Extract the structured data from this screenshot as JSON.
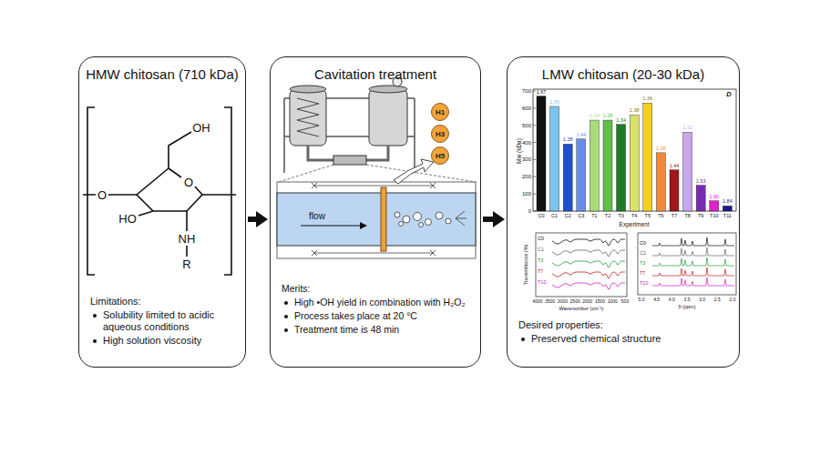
{
  "diagram": {
    "nodes": [
      {
        "text": [
          "HMW chitosan (710 kDa)",
          "Limitations:",
          "Solubility limited to acidic aqueous conditions",
          "High solution viscosity"
        ]
      },
      {
        "text": [
          "Cavitation treatment",
          "Merits:",
          "High •OH yield in combination with H₂O₂",
          "Process takes place at 20 °C",
          "Treatment time is 48 min"
        ]
      },
      {
        "text": [
          "LMW chitosan (20-30 kDa)",
          "Desired properties:",
          "Preserved chemical structure"
        ]
      },
      {
        "text": [
          "H1"
        ],
        "in": 1
      },
      {
        "text": [
          "H3"
        ],
        "in": 1
      },
      {
        "text": [
          "H5"
        ],
        "in": 1
      }
    ],
    "edges": [
      {
        "from": 0,
        "to": 1,
        "arrow": "to"
      },
      {
        "from": 1,
        "to": 2,
        "arrow": "to"
      }
    ],
    "labels": [
      "OH",
      "O",
      "HO",
      "O",
      "NH",
      "R",
      "0",
      "100",
      "200",
      "300",
      "400",
      "500",
      "600",
      "700",
      "Mw (kDa)",
      "D",
      "1.67",
      "1.36",
      "1.38",
      "1.44",
      "1.24",
      "1.28",
      "1.34",
      "1.38",
      "1.36",
      "1.36",
      "1.44",
      "1.32",
      "1.53",
      "1.90",
      "1.84",
      "C0",
      "C1",
      "C2",
      "C3",
      "T1",
      "T2",
      "T3",
      "T4",
      "T5",
      "T6",
      "T7",
      "T8",
      "T9",
      "T10",
      "T11",
      "Experiment",
      "Transmittance (%)",
      "Wavenumber (cm⁻¹)",
      "4000",
      "3500",
      "3000",
      "2500",
      "2000",
      "1500",
      "1000",
      "500",
      "C0",
      "C1",
      "T3",
      "T7",
      "T10",
      "δ (ppm)",
      "5.0",
      "4.5",
      "4.0",
      "3.5",
      "3.0",
      "2.5",
      "2.0",
      "C0",
      "C2",
      "T3",
      "T7",
      "T10",
      "flow"
    ]
  }
}
